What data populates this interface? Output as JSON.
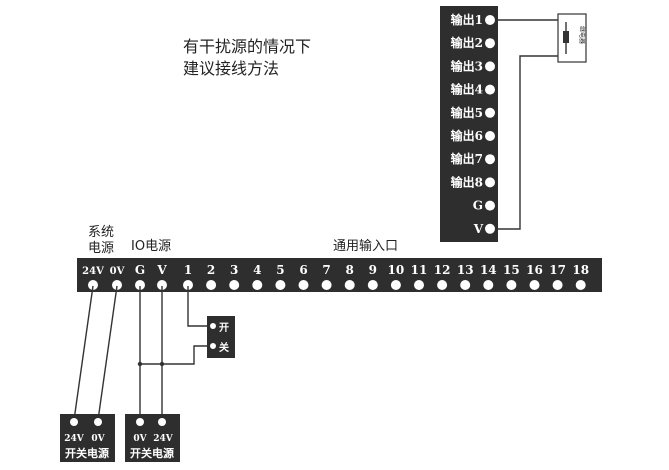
{
  "title": {
    "line1": "有干扰源的情况下",
    "line2": "建议接线方法"
  },
  "output_module": {
    "terminals": [
      "输出1",
      "输出2",
      "输出3",
      "输出4",
      "输出5",
      "输出6",
      "输出7",
      "输出8",
      "G",
      "V"
    ]
  },
  "relay": {
    "label": "继电器"
  },
  "main_board": {
    "label_system_power_1": "系统",
    "label_system_power_2": "电源",
    "label_io_power": "IO电源",
    "label_general_input": "通用输入口",
    "terminals": [
      "24V",
      "0V",
      "G",
      "V",
      "1",
      "2",
      "3",
      "4",
      "5",
      "6",
      "7",
      "8",
      "9",
      "10",
      "11",
      "12",
      "13",
      "14",
      "15",
      "16",
      "17",
      "18"
    ]
  },
  "switch": {
    "label_1": "开",
    "label_2": "关"
  },
  "power_supply_left": {
    "terminals": [
      "24V",
      "0V"
    ],
    "label": "开关电源"
  },
  "power_supply_right": {
    "terminals": [
      "0V",
      "24V"
    ],
    "label": "开关电源"
  },
  "colors": {
    "board": "#2e2e2e",
    "terminal_hole": "#ffffff",
    "wire": "#333333"
  }
}
